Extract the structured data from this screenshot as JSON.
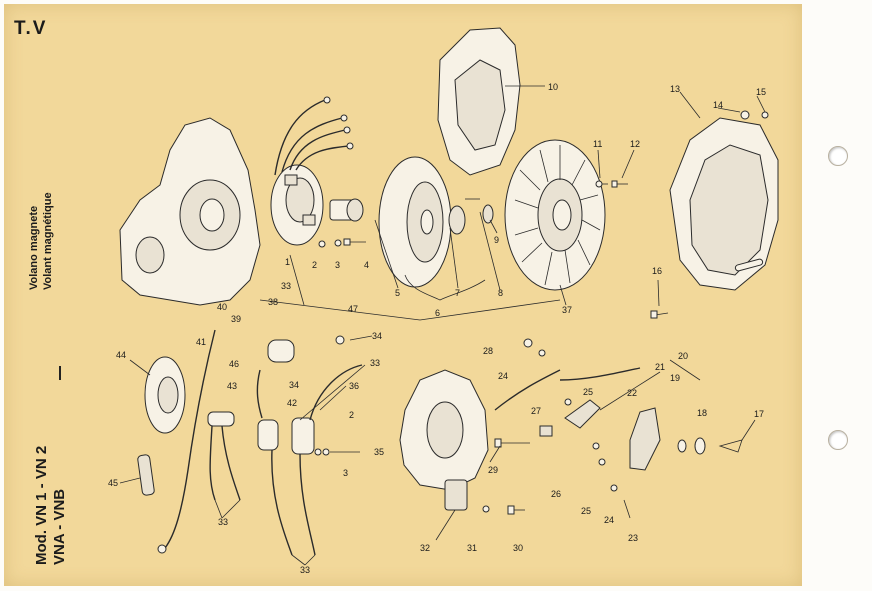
{
  "plate": {
    "label": "T.V",
    "title_line1": "Volano magnete",
    "title_line2": "Volant magnétique",
    "model_line1": "Mod. VN 1 - VN 2",
    "model_line2": "VNA - VNB"
  },
  "callouts": [
    "1",
    "2",
    "3",
    "4",
    "5",
    "6",
    "7",
    "8",
    "9",
    "10",
    "11",
    "12",
    "13",
    "14",
    "15",
    "16",
    "17",
    "18",
    "19",
    "20",
    "21",
    "22",
    "23",
    "24",
    "25",
    "26",
    "27",
    "28",
    "29",
    "30",
    "31",
    "32",
    "33",
    "34",
    "35",
    "36",
    "37",
    "38",
    "39",
    "40",
    "41",
    "42",
    "43",
    "44",
    "45",
    "46",
    "47"
  ],
  "extra_callouts": {
    "n2b": "2",
    "n3b": "3",
    "n24b": "24",
    "n25b": "25",
    "n33b": "33",
    "n33c": "33",
    "n33d": "33",
    "n34b": "34"
  }
}
